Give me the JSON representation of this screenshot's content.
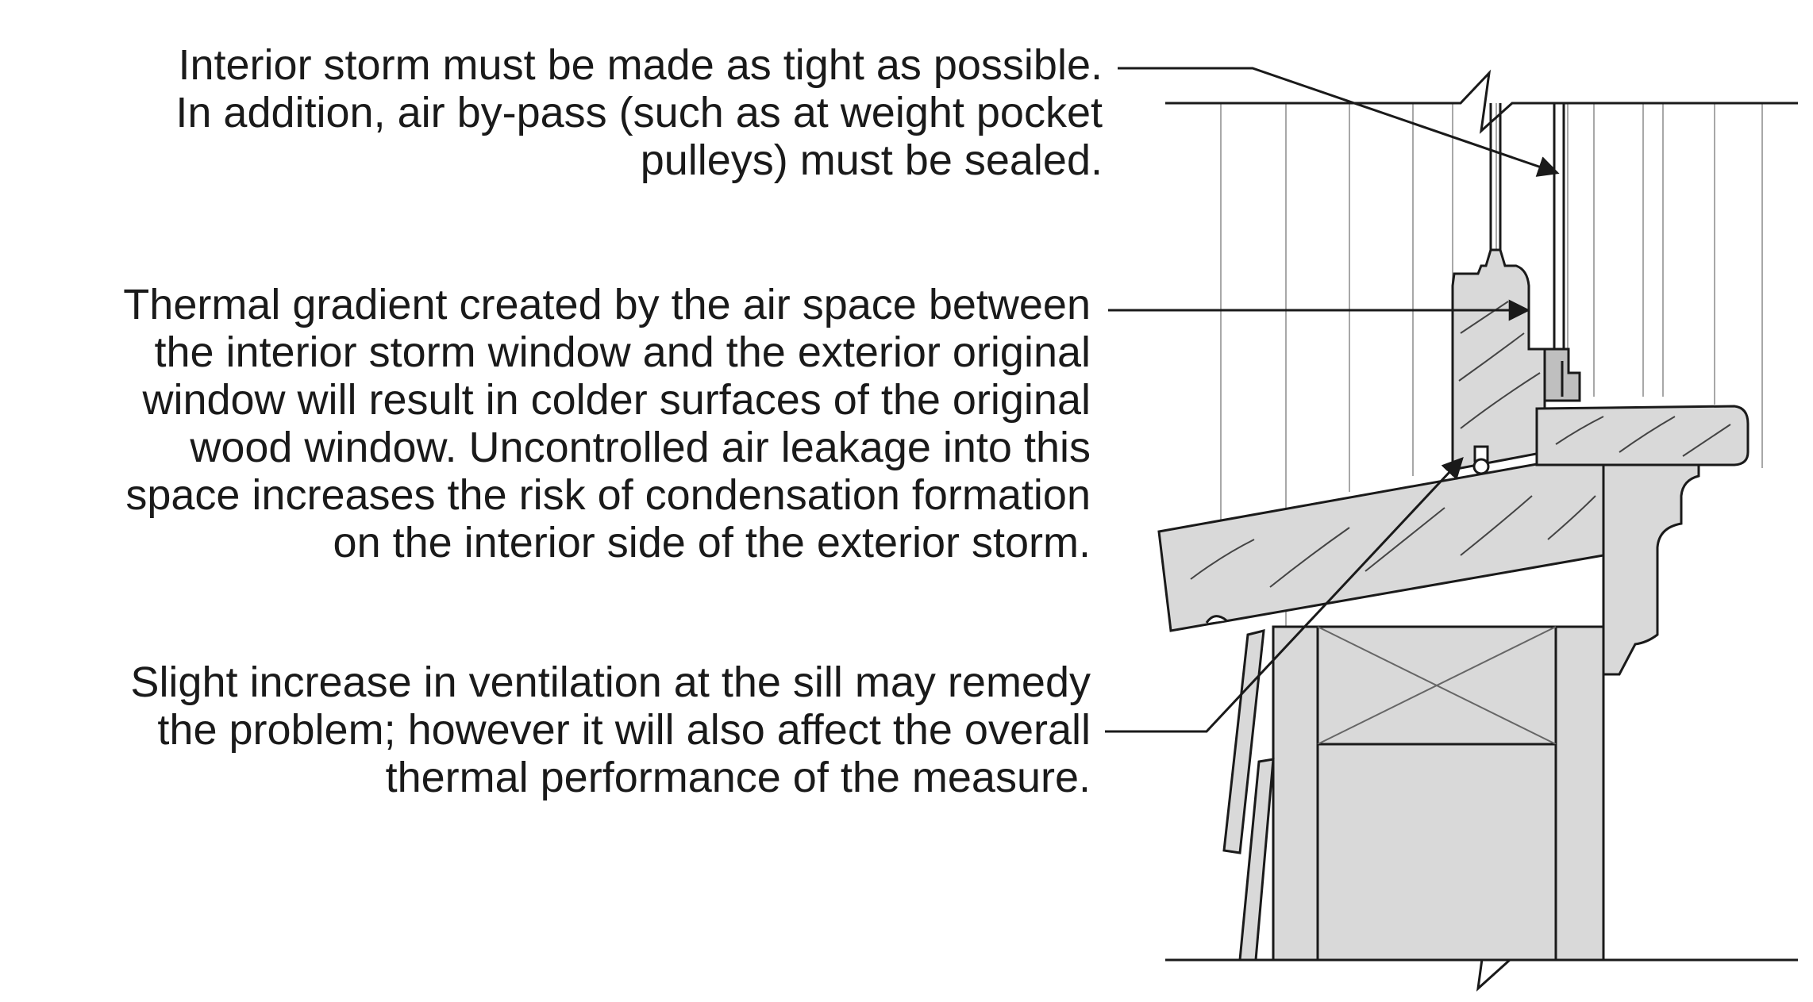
{
  "callouts": [
    {
      "id": "airtightness",
      "lines": [
        "Interior storm must be made as tight as possible.",
        "In addition, air by-pass (such as at weight pocket",
        "pulleys) must be sealed."
      ]
    },
    {
      "id": "thermal-gradient",
      "lines": [
        "Thermal gradient created by the air space between",
        "the interior storm window and the exterior original",
        "window will result in colder surfaces of the original",
        "wood window. Uncontrolled air leakage into this",
        "space increases the risk of condensation formation",
        "on the interior side of the exterior storm."
      ]
    },
    {
      "id": "ventilation",
      "lines": [
        "Slight increase in ventilation at the sill may remedy",
        "the problem; however it will also affect the overall",
        "thermal performance of the measure."
      ]
    }
  ],
  "colors": {
    "text": "#1a1a1a",
    "wood_fill": "#d9d9d9",
    "outline": "#1a1a1a",
    "guide_lines": "#a8a8a8"
  }
}
